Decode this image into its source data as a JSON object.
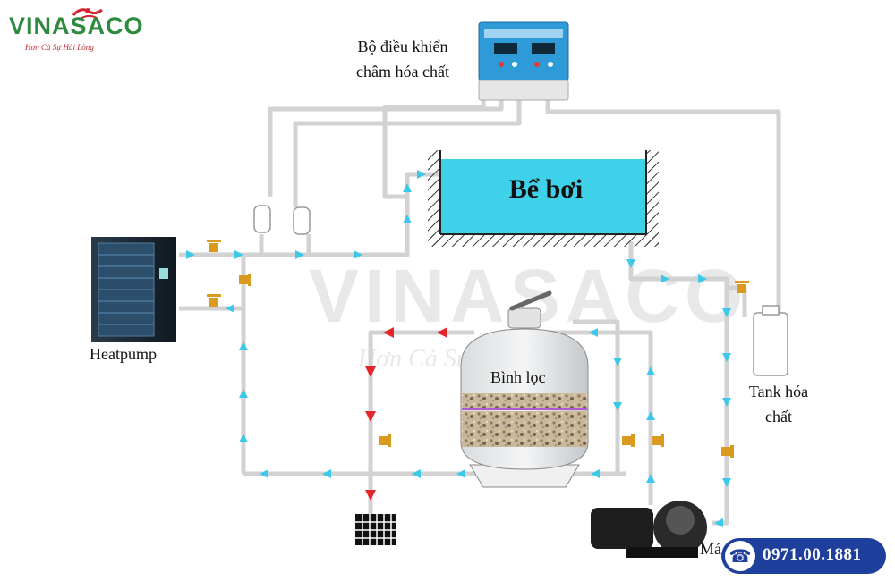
{
  "logo": {
    "name": "VINASACO",
    "tagline": "Hơn Cả Sự Hài Lòng",
    "colors": {
      "green": "#2d8a3e",
      "red": "#d4252f"
    }
  },
  "watermark": {
    "name": "VINASACO",
    "tagline": "Hơn Cả Sự Hài Lòng"
  },
  "labels": {
    "controller": [
      "Bộ điều khiển",
      "châm hóa chất"
    ],
    "pool": "Bể bơi",
    "heatpump": "Heatpump",
    "filter": "Bình lọc",
    "tank": [
      "Tank hóa",
      "chất"
    ],
    "pump": "Má"
  },
  "hotline": {
    "number": "0971.00.1881",
    "icon": "phone-icon"
  },
  "colors": {
    "pipe": "#d2d2d2",
    "water": "#3fd0ea",
    "flow_arrow": "#3cc8e8",
    "drain_arrow": "#e3262b",
    "valve": "#d99a1e",
    "controller_panel": "#2f9ad8",
    "hotline_bg": "#1f3f9c"
  },
  "icons": [
    "logo-wave-icon",
    "heatpump-icon",
    "controller-icon",
    "filter-tank-icon",
    "pump-icon",
    "drain-grate-icon",
    "chemical-tank-icon",
    "valve-icon",
    "phone-icon"
  ]
}
